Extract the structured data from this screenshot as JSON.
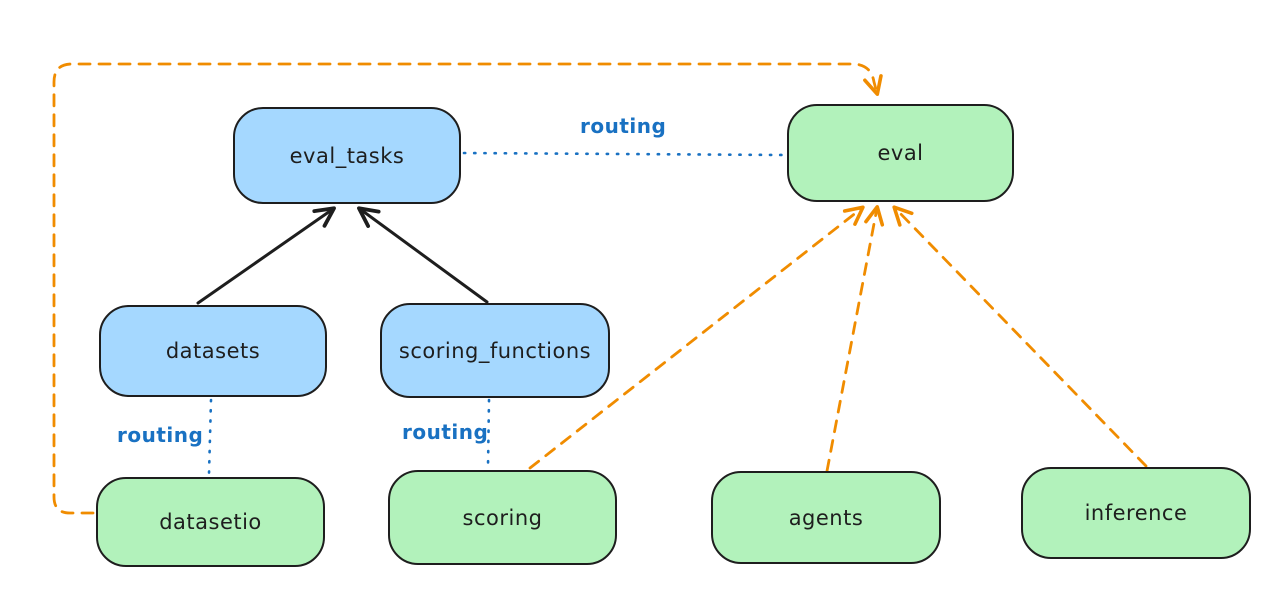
{
  "diagram": {
    "background": "#ffffff",
    "colors": {
      "node_border": "#1e1e1e",
      "blue_node_fill": "#a5d8ff",
      "green_node_fill": "#b2f2bb",
      "routing_line_blue": "#1971c2",
      "provider_line_orange": "#f08c00",
      "solid_arrow_black": "#1e1e1e"
    },
    "nodes": [
      {
        "id": "eval_tasks",
        "label": "eval_tasks",
        "color": "blue"
      },
      {
        "id": "eval",
        "label": "eval",
        "color": "green"
      },
      {
        "id": "datasets",
        "label": "datasets",
        "color": "blue"
      },
      {
        "id": "scoring_functions",
        "label": "scoring_functions",
        "color": "blue"
      },
      {
        "id": "datasetio",
        "label": "datasetio",
        "color": "green"
      },
      {
        "id": "scoring",
        "label": "scoring",
        "color": "green"
      },
      {
        "id": "agents",
        "label": "agents",
        "color": "green"
      },
      {
        "id": "inference",
        "label": "inference",
        "color": "green"
      }
    ],
    "edges": [
      {
        "from": "datasets",
        "to": "eval_tasks",
        "style": "solid",
        "color": "black",
        "arrow": true
      },
      {
        "from": "scoring_functions",
        "to": "eval_tasks",
        "style": "solid",
        "color": "black",
        "arrow": true
      },
      {
        "from": "eval_tasks",
        "to": "eval",
        "style": "dotted",
        "color": "blue",
        "arrow": false,
        "label": "routing"
      },
      {
        "from": "datasets",
        "to": "datasetio",
        "style": "dotted",
        "color": "blue",
        "arrow": false,
        "label": "routing"
      },
      {
        "from": "scoring_functions",
        "to": "scoring",
        "style": "dotted",
        "color": "blue",
        "arrow": false,
        "label": "routing"
      },
      {
        "from": "datasetio",
        "to": "eval",
        "style": "dashed",
        "color": "orange",
        "arrow": true
      },
      {
        "from": "scoring",
        "to": "eval",
        "style": "dashed",
        "color": "orange",
        "arrow": true
      },
      {
        "from": "agents",
        "to": "eval",
        "style": "dashed",
        "color": "orange",
        "arrow": true
      },
      {
        "from": "inference",
        "to": "eval",
        "style": "dashed",
        "color": "orange",
        "arrow": true
      }
    ]
  }
}
